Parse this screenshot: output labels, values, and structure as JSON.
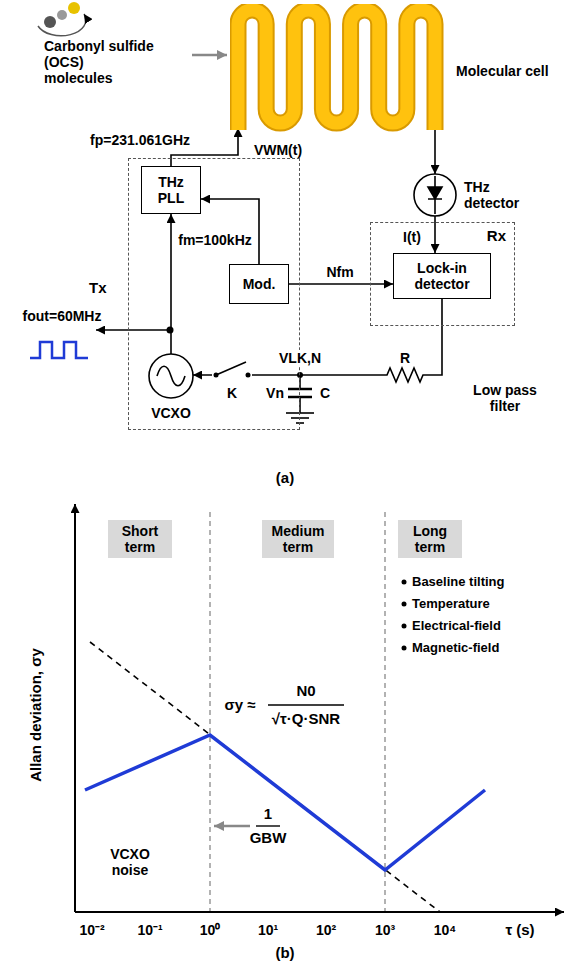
{
  "diagram": {
    "nodes": [
      {
        "text": [
          "Molecular cell"
        ]
      },
      {
        "text": [
          "Tx"
        ]
      },
      {
        "text": [
          "THz PLL"
        ],
        "in": 1
      },
      {
        "text": [
          "THz detector"
        ]
      },
      {
        "text": [
          "Rx"
        ]
      },
      {
        "text": [
          "Lock-in detector"
        ],
        "in": 4
      },
      {
        "text": [
          "Mod."
        ],
        "in": 1
      },
      {
        "text": [
          "VCXO"
        ],
        "in": 1
      },
      {
        "text": [
          "Short term"
        ]
      },
      {
        "text": [
          "Medium term"
        ]
      },
      {
        "text": [
          "Long term"
        ]
      }
    ],
    "edges": [
      {
        "from": 2,
        "to": 0,
        "arrow": "to",
        "label": "VWM(t)"
      },
      {
        "from": 0,
        "to": 3,
        "arrow": "to"
      },
      {
        "from": 3,
        "to": 5,
        "arrow": "to",
        "label": "I(t)"
      },
      {
        "from": 6,
        "to": 2,
        "arrow": "to",
        "label": "fm=100kHz"
      },
      {
        "from": 6,
        "to": 5,
        "arrow": "to",
        "label": "Nfm"
      },
      {
        "from": 7,
        "to": 2,
        "arrow": "to"
      },
      {
        "from": 5,
        "to": 7,
        "arrow": "to",
        "label": "VLK,N"
      }
    ],
    "labels": [
      "Carbonyl sulfide (OCS) molecules",
      "fp=231.061GHz",
      "fout=60MHz",
      "R",
      "C",
      "K",
      "Vn",
      "Low pass filter",
      "(a)",
      "Allan deviation, σy",
      "σy ≈",
      "N0",
      "√τ·Q·SNR",
      "1",
      "GBW",
      "VCXO noise",
      "Baseline tilting",
      "Temperature",
      "Electrical-field",
      "Magnetic-field",
      "10⁻²",
      "10⁻¹",
      "10⁰",
      "10¹",
      "10²",
      "10³",
      "10⁴",
      "τ (s)",
      "(b)"
    ]
  }
}
